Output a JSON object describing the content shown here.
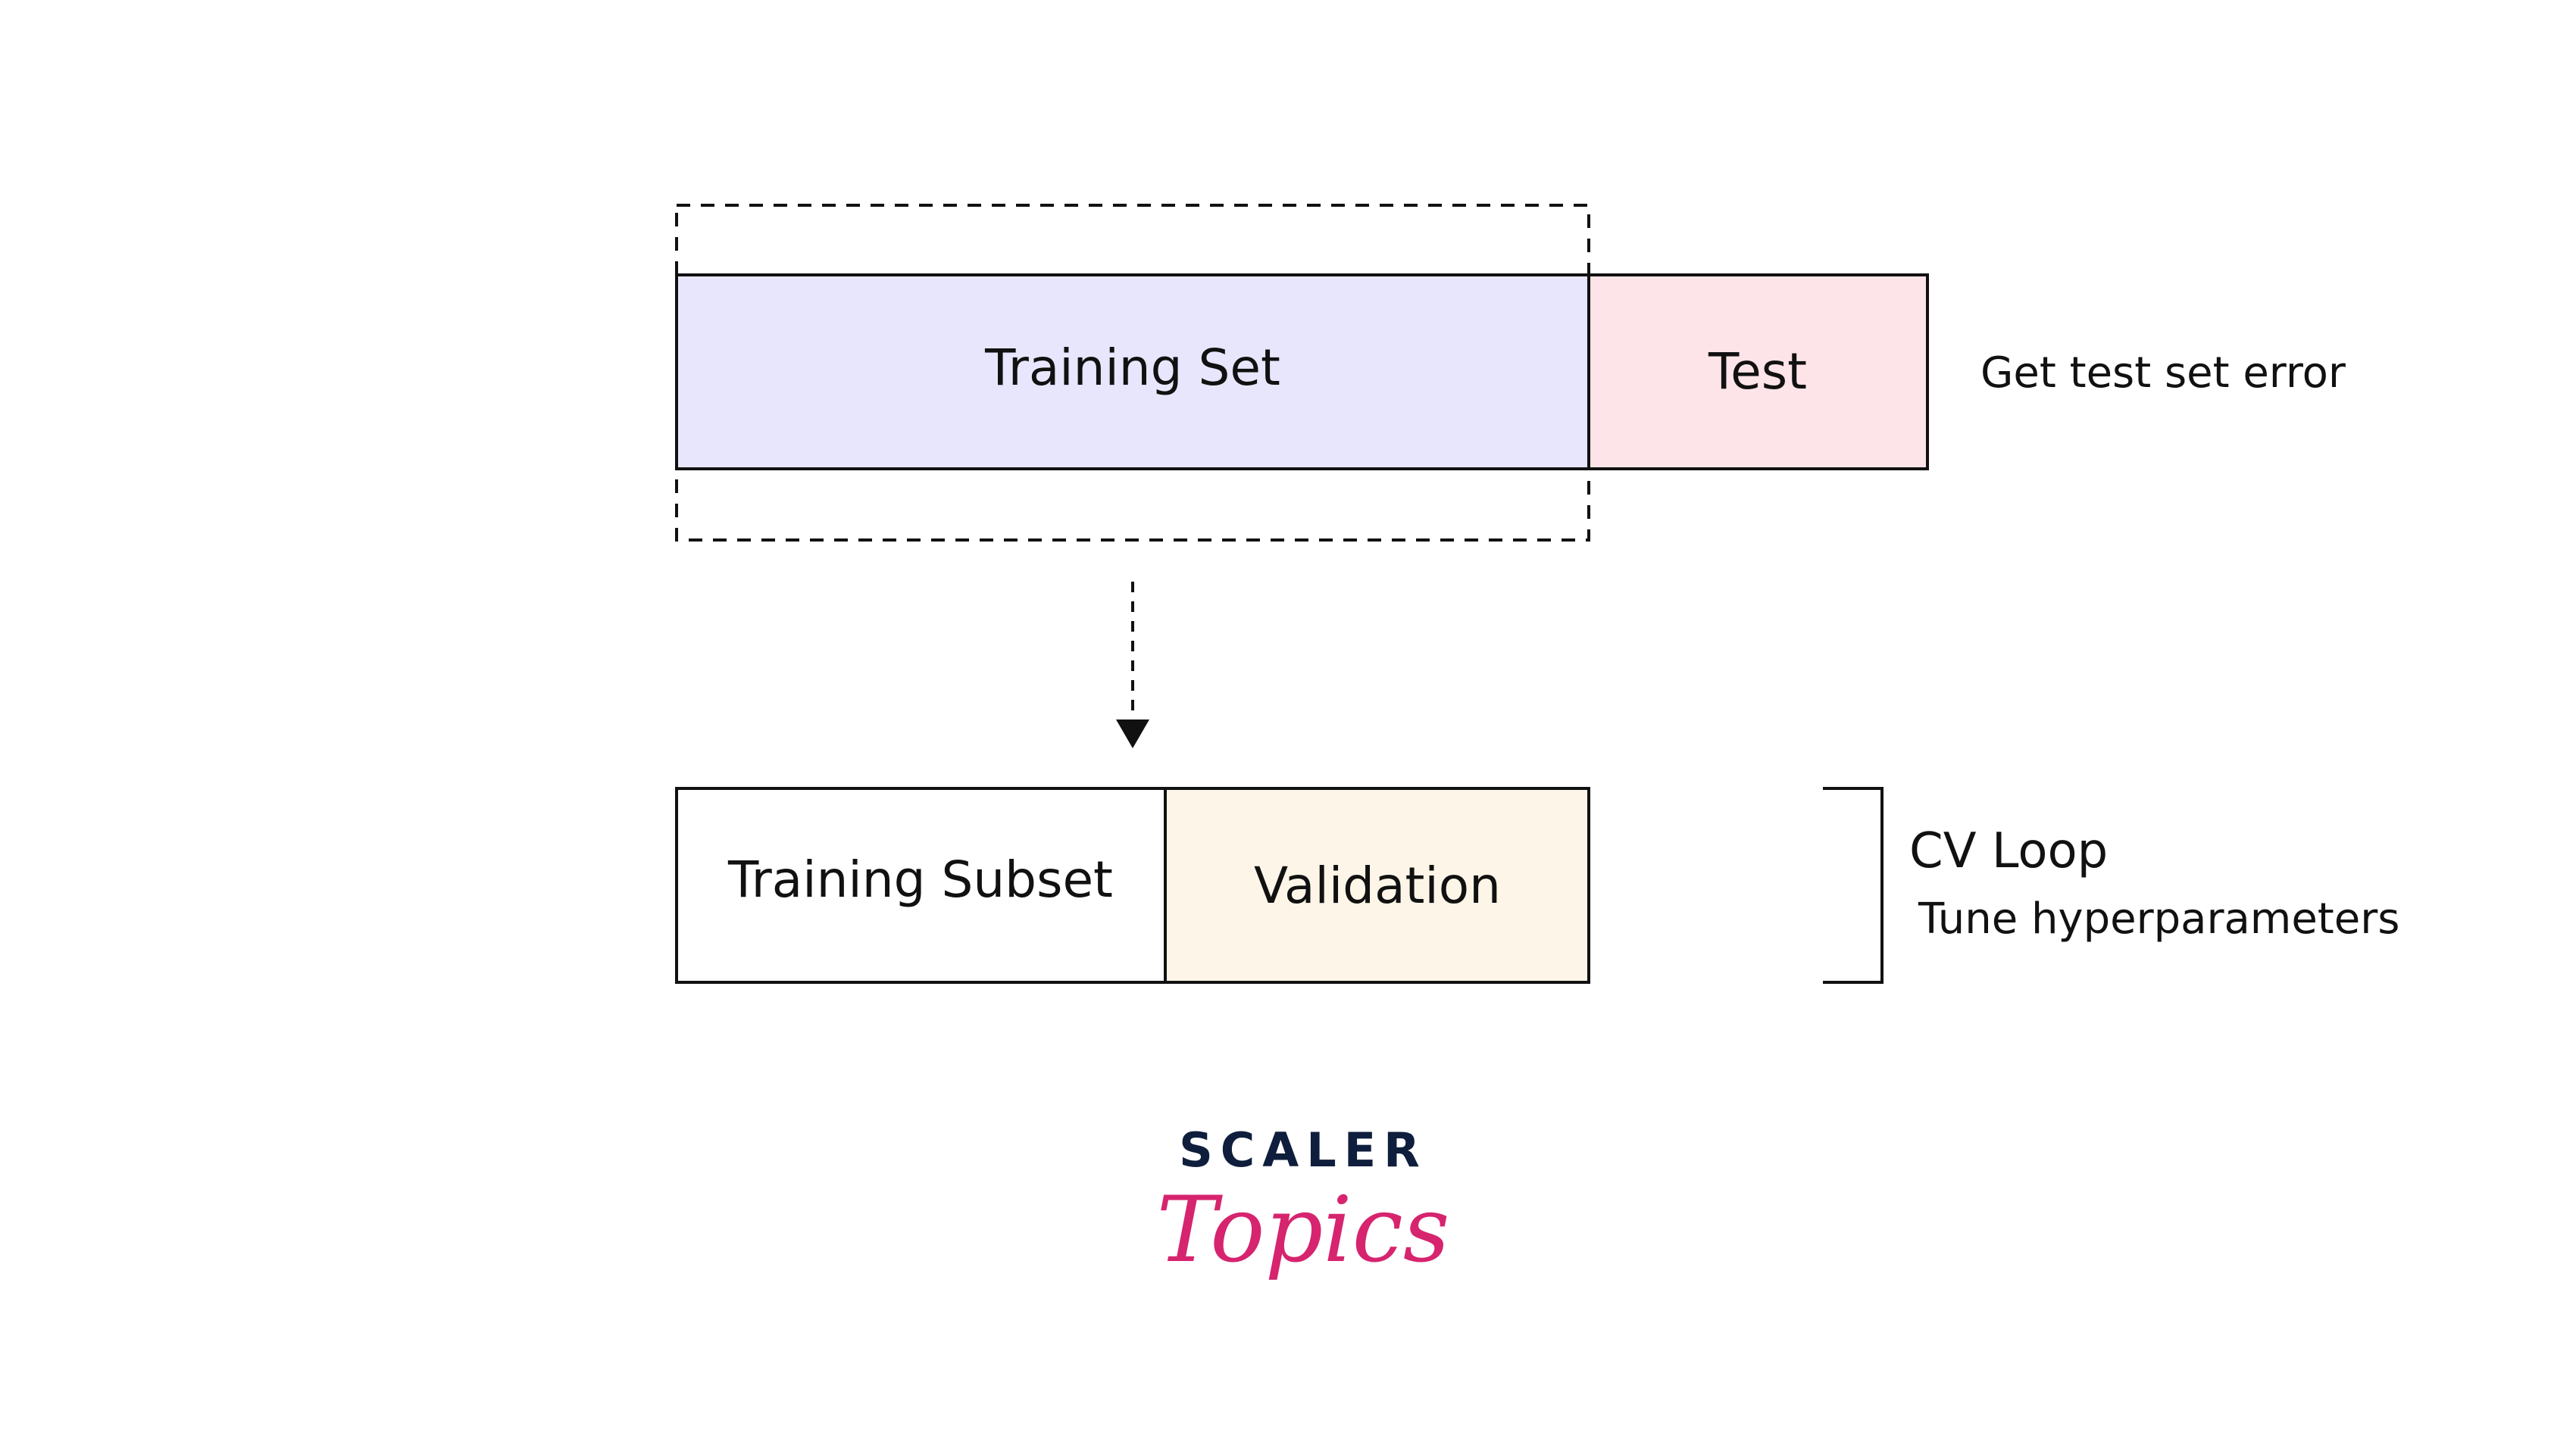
{
  "diagram": {
    "training_set_label": "Training Set",
    "test_label": "Test",
    "test_note": "Get test set error",
    "training_subset_label": "Training Subset",
    "validation_label": "Validation",
    "cv_loop_title": "CV Loop",
    "cv_loop_note": "Tune hyperparameters"
  },
  "logo": {
    "line1": "SCALER",
    "line2": "Topics"
  },
  "colors": {
    "training_set_fill": "#e8e6fc",
    "test_fill": "#fde4e8",
    "training_subset_fill": "#ffffff",
    "validation_fill": "#fdf6e8",
    "stroke": "#111111",
    "logo_dark": "#0f1e3d",
    "logo_pink": "#d6246e"
  }
}
